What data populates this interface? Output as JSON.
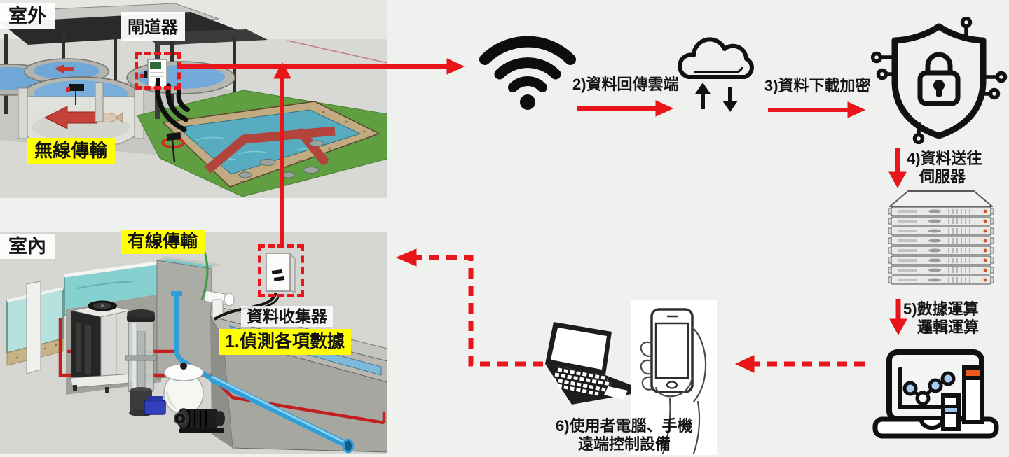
{
  "colors": {
    "background": "#eff1ee",
    "arrow_red": "#e8151b",
    "highlight_yellow": "#ffff00",
    "ink_black": "#141414"
  },
  "outdoor": {
    "title": "室外",
    "gateway_label": "閘道器",
    "wireless_label": "無線傳輸"
  },
  "indoor": {
    "title": "室內",
    "wired_label": "有線傳輸",
    "collector_label": "資料收集器",
    "step1": "1.偵測各項數據"
  },
  "flow": {
    "step2": "2)資料回傳雲端",
    "step3": "3)資料下載加密",
    "step4_line1": "4)資料送往",
    "step4_line2": "伺服器",
    "step5_line1": "5)數據運算",
    "step5_line2": "邏輯運算",
    "step6_line1": "6)使用者電腦、手機",
    "step6_line2": "遠端控制設備"
  },
  "icons": [
    "wifi-icon",
    "cloud-upload-download-icon",
    "security-shield-lock-icon",
    "server-rack-icon",
    "analytics-laptop-icon",
    "user-laptop-icon",
    "phone-in-hand-icon"
  ]
}
